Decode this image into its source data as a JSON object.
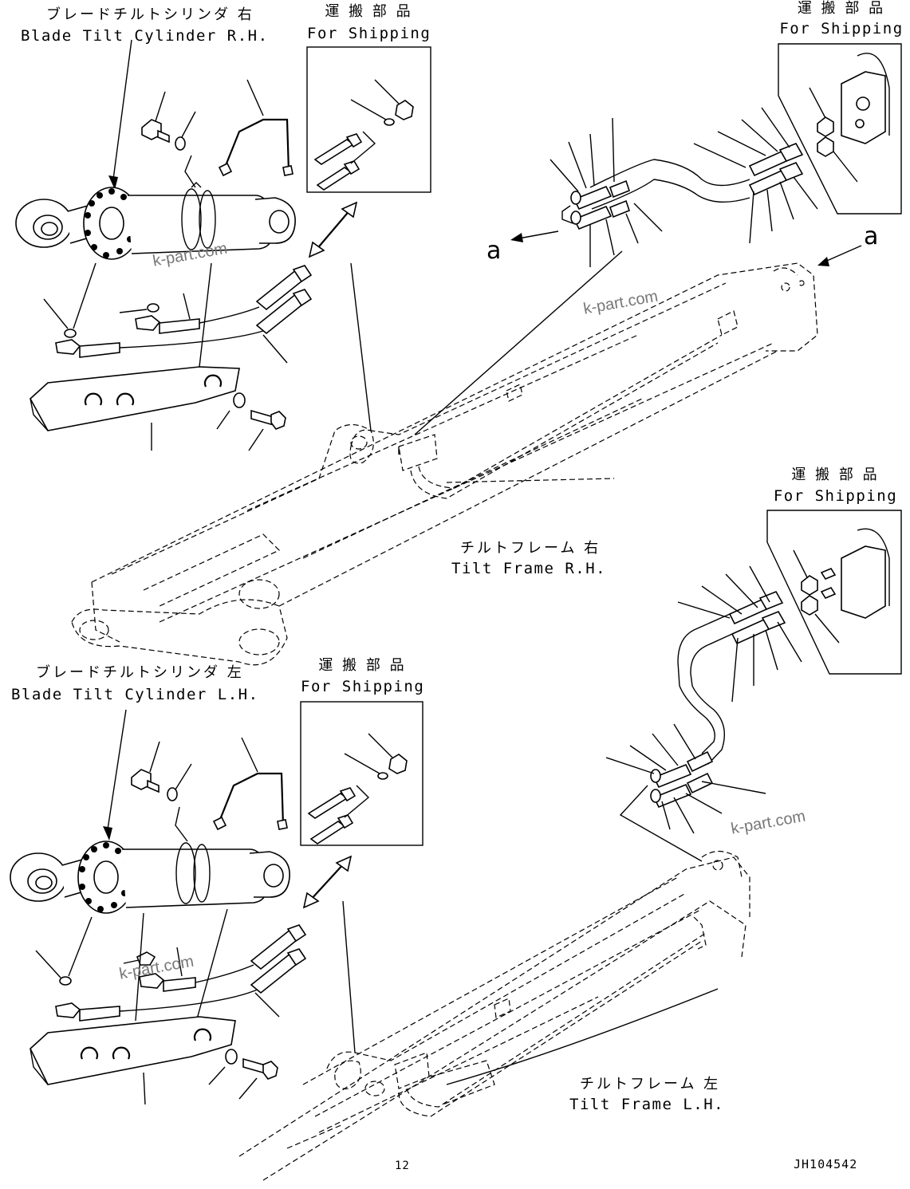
{
  "labels": {
    "cyl_rh_jp": "ブレードチルトシリンダ 右",
    "cyl_rh_en": "Blade Tilt Cylinder R.H.",
    "cyl_lh_jp": "ブレードチルトシリンダ 左",
    "cyl_lh_en": "Blade Tilt Cylinder L.H.",
    "ship_jp": "運 搬 部 品",
    "ship_en": "For Shipping",
    "frame_rh_jp": "チルトフレーム 右",
    "frame_rh_en": "Tilt Frame R.H.",
    "frame_lh_jp": "チルトフレーム 左",
    "frame_lh_en": "Tilt Frame L.H.",
    "view_a": "a",
    "drawing_code": "JH104542",
    "page_mark": "12"
  },
  "watermark": "k-part.com"
}
